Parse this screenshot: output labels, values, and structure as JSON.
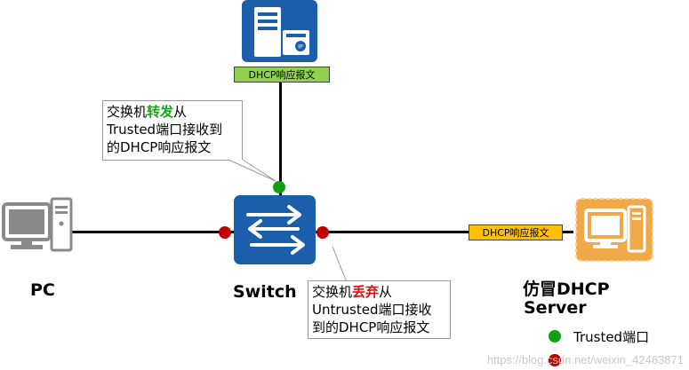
{
  "nodes": {
    "pc_label": "PC",
    "switch_label": "Switch",
    "rogue_label_line1": "仿冒DHCP",
    "rogue_label_line2": "Server"
  },
  "tags": {
    "top_packet": "DHCP响应报文",
    "right_packet": "DHCP响应报文"
  },
  "callouts": {
    "forward": {
      "line1_pre": "交换机",
      "line1_hl": "转发",
      "line1_post": "从",
      "line2": "Trusted端口接收到",
      "line3": "的DHCP响应报文"
    },
    "drop": {
      "line1_pre": "交换机",
      "line1_hl": "丢弃",
      "line1_post": "从",
      "line2": "Untrusted端口接收",
      "line3": "到的DHCP响应报文"
    }
  },
  "legend": {
    "trusted": "Trusted端口"
  },
  "watermark": "https://blog.csdn.net/weixin_42463871",
  "colors": {
    "trusted": "#10a010",
    "untrusted": "#c00000",
    "server_blue": "#1b5eaa",
    "rogue_orange": "#f0a848",
    "top_tag_bg": "#92d050",
    "right_tag_bg": "#ffc000"
  }
}
